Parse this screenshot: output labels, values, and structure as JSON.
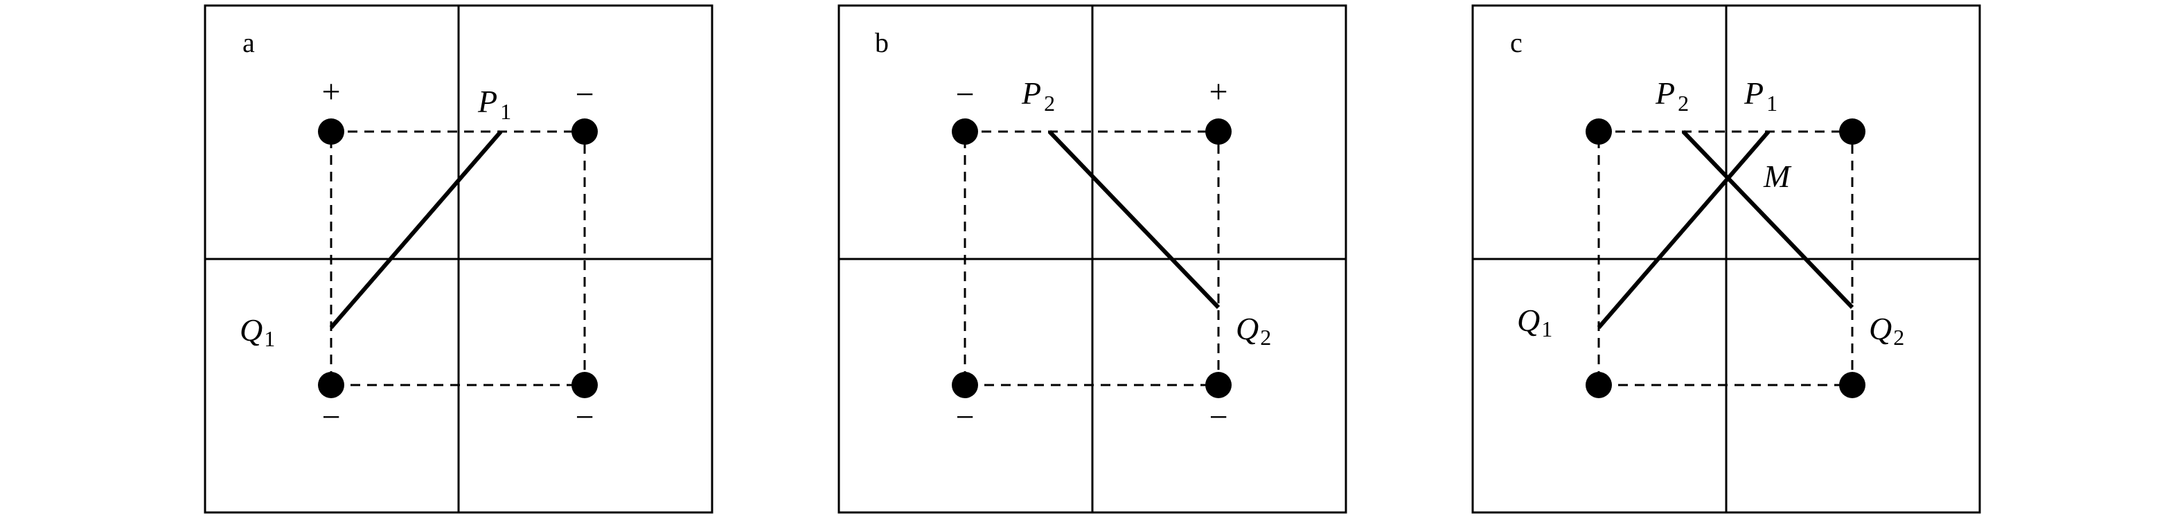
{
  "panels": [
    {
      "letter": "a",
      "signs": {
        "top_left": "+",
        "top_right": "−",
        "bottom_left": "−",
        "bottom_right": "−"
      },
      "labels": {
        "P1": {
          "main": "P",
          "sub": "1"
        },
        "Q1": {
          "main": "Q",
          "sub": "1"
        }
      }
    },
    {
      "letter": "b",
      "signs": {
        "top_left": "−",
        "top_right": "+",
        "bottom_left": "−",
        "bottom_right": "−"
      },
      "labels": {
        "P2": {
          "main": "P",
          "sub": "2"
        },
        "Q2": {
          "main": "Q",
          "sub": "2"
        }
      }
    },
    {
      "letter": "c",
      "labels": {
        "P2": {
          "main": "P",
          "sub": "2"
        },
        "P1": {
          "main": "P",
          "sub": "1"
        },
        "M": {
          "main": "M"
        },
        "Q1": {
          "main": "Q",
          "sub": "1"
        },
        "Q2": {
          "main": "Q",
          "sub": "2"
        }
      }
    }
  ]
}
